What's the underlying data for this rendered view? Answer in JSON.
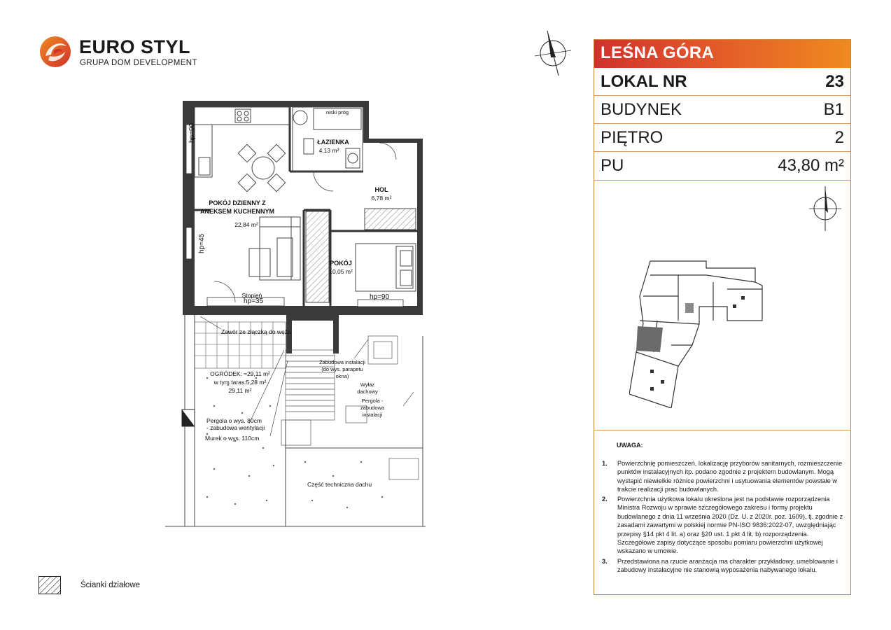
{
  "brand": {
    "name": "EURO STYL",
    "tagline": "GRUPA DOM DEVELOPMENT",
    "colors": {
      "red": "#d0312d",
      "orange": "#ef8a1f",
      "border": "#c9822e"
    }
  },
  "panel": {
    "project": "LEŚNA GÓRA",
    "rows": [
      {
        "label": "LOKAL NR",
        "value": "23"
      },
      {
        "label": "BUDYNEK",
        "value": "B1"
      },
      {
        "label": "PIĘTRO",
        "value": "2"
      },
      {
        "label": "PU",
        "value": "43,80 m²"
      }
    ],
    "notes_title": "UWAGA:",
    "notes": [
      {
        "num": "1.",
        "text": "Powierzchnię pomieszczeń, lokalizację przyborów sanitarnych, rozmieszczenie punktów instalacyjnych itp. podano zgodnie z projektem budowlanym. Mogą wystąpić niewielkie różnice powierzchni i usytuowania elementów powstałe w trakcie realizacji prac budowlanych."
      },
      {
        "num": "2.",
        "text": "Powierzchnia użytkowa lokalu określona jest na podstawie rozporządzenia Ministra Rozwoju w sprawie szczegółowego zakresu i formy projektu budowlanego z dnia 11 września 2020 (Dz. U. z 2020r. poz. 1609), tj. zgodnie z zasadami zawartymi w polskiej normie PN-ISO 9836:2022-07, uwzględniając przepisy §14 pkt 4 lit. a) oraz §20 ust. 1 pkt 4 lit. b) rozporządzenia. Szczegółowe zapisy dotyczące sposobu pomiaru powierzchni użytkowej wskazano w umowie."
      },
      {
        "num": "3.",
        "text": "Przedstawiona na rzucie aranżacja ma charakter przykładowy, umeblowanie i zabudowy instalacyjne nie stanowią wyposażenia nabywanego lokalu."
      }
    ]
  },
  "plan": {
    "rooms": {
      "bath_name": "ŁAZIENKA",
      "bath_area": "4,13 m²",
      "hol_name": "HOL",
      "hol_area": "6,78 m²",
      "living_name_1": "POKÓJ DZIENNY Z",
      "living_name_2": "ANEKSEM KUCHENNYM",
      "living_area": "22,84 m²",
      "room_name": "POKÓJ",
      "room_area": "10,05 m²"
    },
    "labels": {
      "niski_prog": "niski próg",
      "hp90_left": "hp=90",
      "hp45": "hp=45",
      "stopien": "Stopień",
      "hp35": "hp=35",
      "hp90_bottom": "hp=90",
      "zawor": "Zawór ze złączką do węża",
      "ogrodek_1": "OGRÓDEK: ≈29,11 m²",
      "ogrodek_2": "w tym taras:5,28 m²",
      "ogrodek_3": "29,11 m²",
      "zabudowa_1": "Zabudowa instalacji",
      "zabudowa_2": "(do wys. parapetu",
      "zabudowa_3": "okna)",
      "wylaz_1": "Wyłaz",
      "wylaz_2": "dachowy",
      "pergola_r_1": "Pergola -",
      "pergola_r_2": "zabudowa",
      "pergola_r_3": "instalacji",
      "pergola_l_1": "Pergola o wys. 80cm",
      "pergola_l_2": "- zabudowa wentylacji",
      "murek": "Murek o wys. 110cm",
      "dach": "Część techniczna dachu"
    }
  },
  "legend": {
    "label": "Ścianki działowe"
  }
}
